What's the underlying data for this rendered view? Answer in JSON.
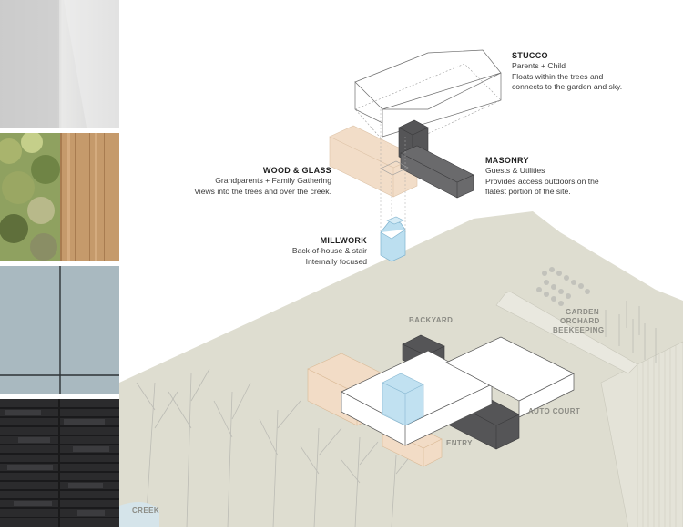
{
  "captions": {
    "stucco": {
      "title": "STUCCO",
      "line1": "Parents + Child",
      "line2": "Floats within the trees and",
      "line3": "connects to the garden and sky."
    },
    "masonry": {
      "title": "MASONRY",
      "line1": "Guests & Utilities",
      "line2": "Provides access outdoors on the",
      "line3": "flatest portion of the site."
    },
    "wood_glass": {
      "title": "WOOD & GLASS",
      "line1": "Grandparents + Family Gathering",
      "line2": "Views into the trees and over the creek."
    },
    "millwork": {
      "title": "MILLWORK",
      "line1": "Back-of-house & stair",
      "line2": "Internally focused"
    }
  },
  "site_labels": {
    "backyard": "BACKYARD",
    "garden": "GARDEN",
    "orchard": "ORCHARD",
    "beekeeping": "BEEKEEPING",
    "auto_court": "AUTO COURT",
    "entry": "ENTRY",
    "creek": "CREEK"
  },
  "material_colors": {
    "stucco": "#ffffff",
    "wood": "#f2dcc6",
    "masonry": "#555557",
    "millwork": "#bcdff0",
    "site": "#deddd0",
    "glass_panel": "#a5b5bc",
    "brick": "#2b2b2d",
    "cedar": "#c59a6b"
  }
}
